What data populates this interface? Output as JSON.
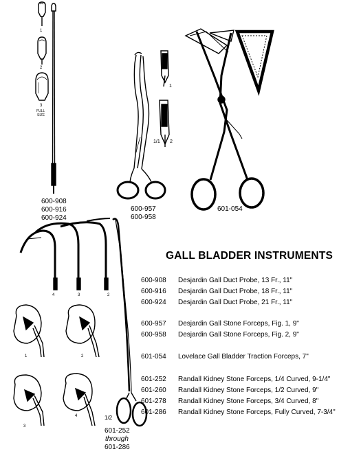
{
  "title": "GALL BLADDER INSTRUMENTS",
  "figure_labels": {
    "probe_codes": [
      "600-908",
      "600-916",
      "600-924"
    ],
    "probe_tip_numbers": [
      "1",
      "2",
      "3"
    ],
    "probe_full_size": [
      "FULL",
      "SIZE"
    ],
    "stone_forceps_codes": [
      "600-957",
      "600-958"
    ],
    "stone_forceps_fig_numbers": [
      "1",
      "2"
    ],
    "stone_forceps_scale": "1/1",
    "traction_forceps_code": "601-054",
    "curved_numbers": [
      "4",
      "3",
      "2",
      "1"
    ],
    "kidney_numbers": [
      "1",
      "2",
      "3",
      "4"
    ],
    "randall_scale": "1/2",
    "randall_range": [
      "601-252",
      "through",
      "601-286"
    ]
  },
  "catalog": [
    {
      "code": "600-908",
      "desc": "Desjardin Gall Duct Probe, 13 Fr., 11\""
    },
    {
      "code": "600-916",
      "desc": "Desjardin Gall Duct Probe, 18 Fr., 11\""
    },
    {
      "code": "600-924",
      "desc": "Desjardin Gall Duct Probe, 21 Fr., 11\""
    },
    {
      "code": "600-957",
      "desc": "Desjardin Gall Stone Forceps, Fig. 1, 9\""
    },
    {
      "code": "600-958",
      "desc": "Desjardin Gall Stone Forceps, Fig. 2, 9\""
    },
    {
      "code": "601-054",
      "desc": "Lovelace Gall Bladder Traction Forceps, 7\""
    },
    {
      "code": "601-252",
      "desc": "Randall Kidney Stone Forceps, 1/4 Curved, 9-1/4\""
    },
    {
      "code": "601-260",
      "desc": "Randall Kidney Stone Forceps, 1/2 Curved, 9\""
    },
    {
      "code": "601-278",
      "desc": "Randall Kidney Stone Forceps, 3/4 Curved, 8\""
    },
    {
      "code": "601-286",
      "desc": "Randall Kidney Stone Forceps, Fully Curved, 7-3/4\""
    }
  ]
}
